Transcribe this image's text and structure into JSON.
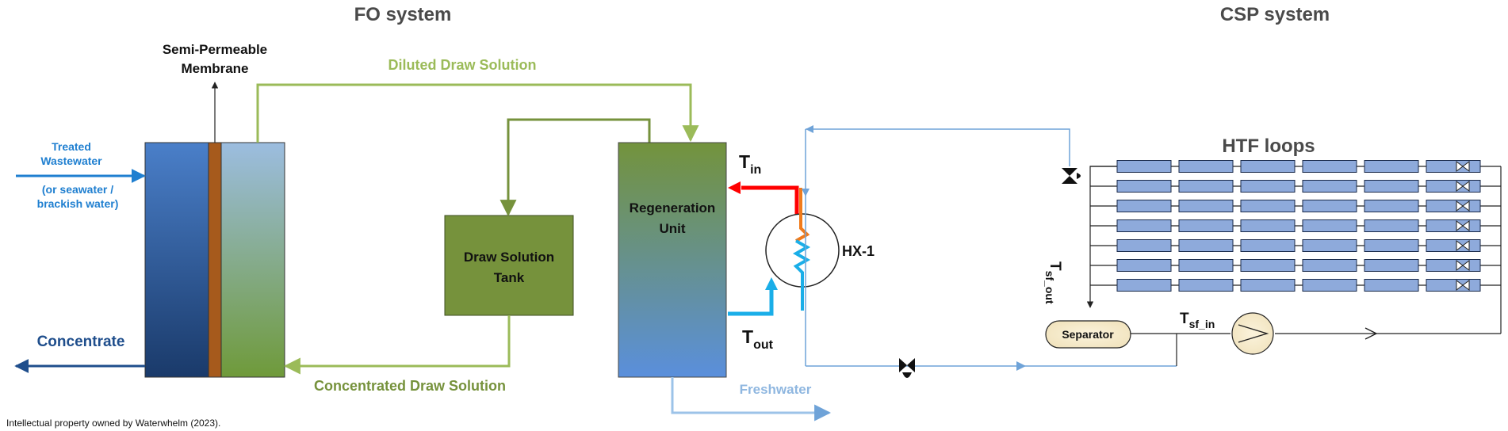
{
  "titles": {
    "fo": "FO system",
    "csp": "CSP system"
  },
  "labels": {
    "membrane_line1": "Semi-Permeable",
    "membrane_line2": "Membrane",
    "diluted": "Diluted Draw Solution",
    "concentrated": "Concentrated Draw Solution",
    "feed_line1": "Treated",
    "feed_line2": "Wastewater",
    "feed_line3": "(or seawater /",
    "feed_line4": "brackish water)",
    "concentrate": "Concentrate",
    "tank_line1": "Draw Solution",
    "tank_line2": "Tank",
    "regen_line1": "Regeneration",
    "regen_line2": "Unit",
    "freshwater": "Freshwater",
    "t_in_main": "T",
    "t_in_sub": "in",
    "t_out_main": "T",
    "t_out_sub": "out",
    "hx": "HX-1",
    "htf": "HTF loops",
    "separator": "Separator",
    "tsf_in_main": "T",
    "tsf_in_sub": "sf_in",
    "tsf_out_main": "T",
    "tsf_out_sub": "sf_out",
    "footer": "Intellectual property owned by Waterwhelm (2023)."
  },
  "colors": {
    "green_line": "#9bbb59",
    "dark_green": "#76923c",
    "blue_line": "#6fa3d8",
    "dark_blue": "#1f4e8c",
    "feed_blue": "#1f7fd0",
    "red": "#ff0000",
    "cyan": "#1aaee8",
    "orange": "#f07b1c",
    "collector": "#8eaadb"
  },
  "htf_loop_count": 7,
  "collectors_per_loop": 6
}
